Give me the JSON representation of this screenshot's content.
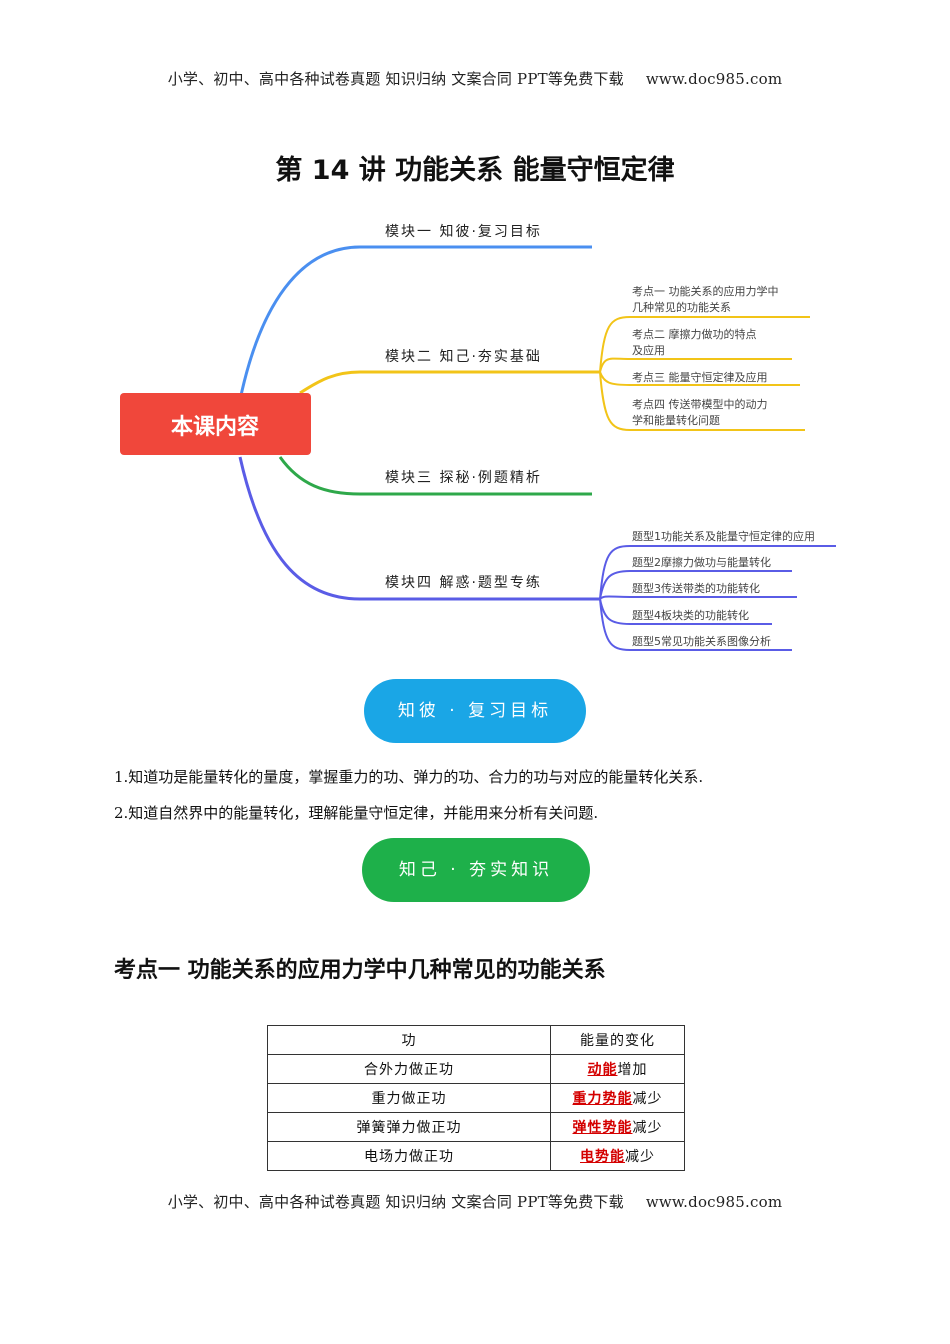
{
  "header": {
    "text": "小学、初中、高中各种试卷真题  知识归纳  文案合同  PPT等免费下载",
    "site": "www.doc985.com"
  },
  "footer": {
    "text": "小学、初中、高中各种试卷真题  知识归纳  文案合同  PPT等免费下载",
    "site": "www.doc985.com"
  },
  "title": "第 14 讲    功能关系  能量守恒定律",
  "mindmap": {
    "center": "本课内容",
    "module1": "模块一  知彼·复习目标",
    "module2": "模块二  知己·夯实基础",
    "module3": "模块三  探秘·例题精析",
    "module4": "模块四  解惑·题型专练",
    "m2_items": [
      {
        "l1": "考点一    功能关系的应用力学中",
        "l2": "几种常见的功能关系"
      },
      {
        "l1": "考点二    摩擦力做功的特点",
        "l2": "及应用"
      },
      {
        "l1": "考点三    能量守恒定律及应用",
        "l2": ""
      },
      {
        "l1": "考点四    传送带模型中的动力",
        "l2": "学和能量转化问题"
      }
    ],
    "m4_items": [
      "题型1功能关系及能量守恒定律的应用",
      "题型2摩擦力做功与能量转化",
      "题型3传送带类的功能转化",
      "题型4板块类的功能转化",
      "题型5常见功能关系图像分析"
    ],
    "colors": {
      "m1": "#4a8ff0",
      "m2": "#f2c418",
      "m3": "#2ea84a",
      "m4": "#5a5ce6",
      "center": "#f0473b"
    }
  },
  "section1": {
    "banner": "知彼 · 复习目标"
  },
  "goals": [
    "1.知道功是能量转化的量度，掌握重力的功、弹力的功、合力的功与对应的能量转化关系.",
    "2.知道自然界中的能量转化，理解能量守恒定律，并能用来分析有关问题."
  ],
  "section2": {
    "banner": "知己 · 夯实知识"
  },
  "kaodian1": {
    "title": "考点一    功能关系的应用力学中几种常见的功能关系"
  },
  "table": {
    "headers": [
      "功",
      "能量的变化"
    ],
    "rows": [
      {
        "work": "合外力做正功",
        "answer": "动能",
        "change": "增加"
      },
      {
        "work": "重力做正功",
        "answer": "重力势能",
        "change": "减少"
      },
      {
        "work": "弹簧弹力做正功",
        "answer": "弹性势能",
        "change": "减少"
      },
      {
        "work": "电场力做正功",
        "answer": "电势能",
        "change": "减少"
      }
    ]
  }
}
